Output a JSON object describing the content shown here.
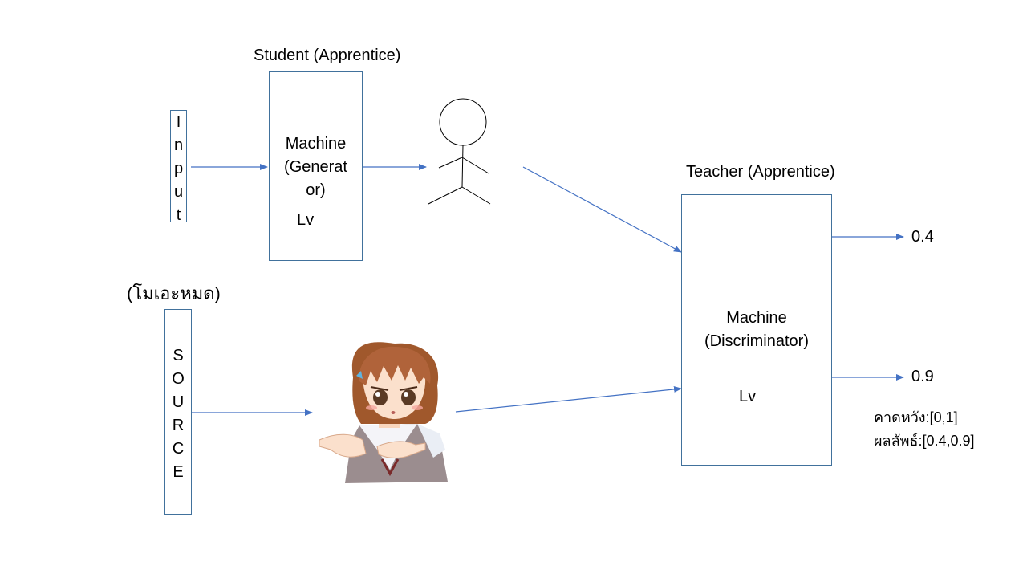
{
  "student": {
    "title": "Student (Apprentice)",
    "machine_line1": "Machine",
    "machine_line2": "(Generat",
    "machine_line3": "or)",
    "lv": "Lv"
  },
  "input_letters": [
    "I",
    "n",
    "p",
    "u",
    "t"
  ],
  "source": {
    "caption": "(โมเอะหมด)",
    "letters": [
      "S",
      "O",
      "U",
      "R",
      "C",
      "E"
    ]
  },
  "teacher": {
    "title": "Teacher (Apprentice)",
    "machine_line1": "Machine",
    "machine_line2": "(Discriminator)",
    "lv": "Lv"
  },
  "outputs": {
    "top": "0.4",
    "bottom": "0.9"
  },
  "notes": {
    "expected": "คาดหวัง:[0,1]",
    "result": "ผลลัพธ์:[0.4,0.9]"
  },
  "colors": {
    "line": "#4472c4",
    "box_border": "#41719c",
    "lv_arrow": "#ff0000"
  }
}
